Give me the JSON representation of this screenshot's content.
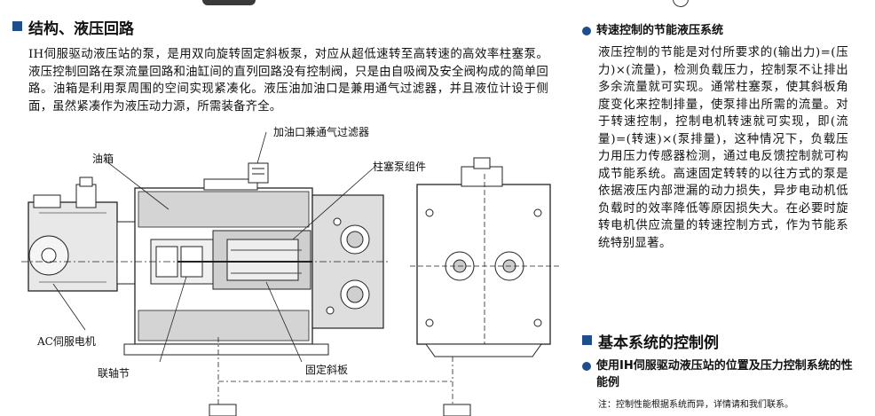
{
  "left": {
    "section_title": "结构、液压回路",
    "intro": "IH伺服驱动液压站的泵，是用双向旋转固定斜板泵，对应从超低速转至高转速的高效率柱塞泵。液压控制回路在泵流量回路和油缸间的直列回路没有控制阀，只是由自吸阀及安全阀构成的简单回路。油箱是利用泵周围的空间实现紧凑化。液压油加油口是兼用通气过滤器，并且液位计设于侧面，虽然紧凑作为液压动力源，所需装备齐全。",
    "labels": {
      "filler": "加油口兼通气过滤器",
      "tank": "油箱",
      "pump": "柱塞泵组件",
      "motor": "AC伺服电机",
      "coupling": "联轴节",
      "swash": "固定斜板"
    }
  },
  "right": {
    "heading1": "转速控制的节能液压系统",
    "para1": "液压控制的节能是对付所要求的(输出力)=(压力)×(流量)，检测负载压力，控制泵不让排出多余流量就可实现。通常柱塞泵，使其斜板角度变化来控制排量，使泵排出所需的流量。对于转速控制，控制电机转速就可实现，即(流量)=(转速)×(泵排量)，这种情况下，负载压力用压力传感器检测，通过电反馈控制就可构成节能系统。高速固定转转的以往方式的泵是依据液压内部泄漏的动力损失，异步电动机低负载时的效率降低等原因损失大。在必要时旋转电机供应流量的转速控制方式，作为节能系统特别显著。",
    "section_title2": "基本系统的控制例",
    "heading2": "使用IH伺服驱动液压站的位置及压力控制系统的性能例",
    "note": "注：控制性能根据系统而异，详情请和我们联系。"
  },
  "colors": {
    "accent": "#1f4e8c",
    "diagram_fill": "#dcdcdc",
    "line": "#222222"
  }
}
